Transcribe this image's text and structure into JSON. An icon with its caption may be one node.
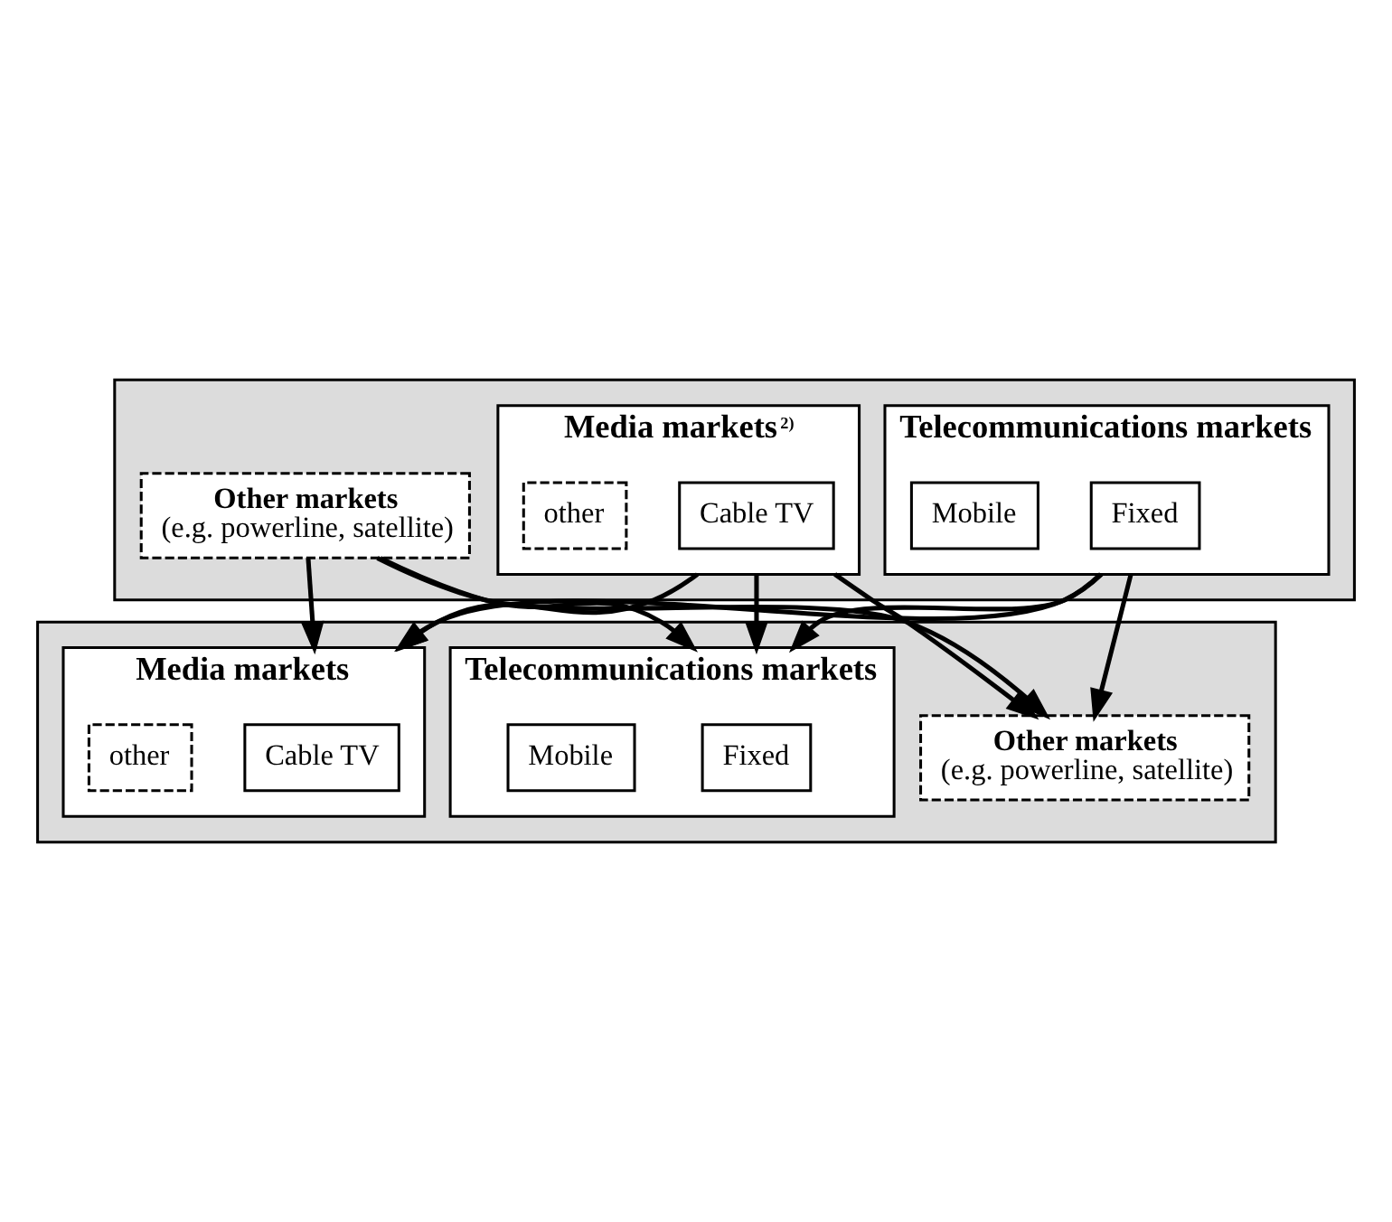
{
  "diagram": {
    "nodes": [
      {
        "text": [],
        "shape": "box"
      },
      {
        "text": [
          "Telecommunications markets"
        ],
        "in": 0
      },
      {
        "text": [
          "Fixed"
        ],
        "in": 1
      },
      {
        "text": [
          "Mobile"
        ],
        "in": 1
      },
      {
        "text": [
          "Media markets$^{2)}$"
        ],
        "in": 0
      },
      {
        "text": [
          "Cable TV"
        ],
        "in": 4
      },
      {
        "text": [
          "other"
        ],
        "in": 4
      },
      {
        "text": [
          "Other markets",
          "(e.g. powerline, satellite)"
        ],
        "in": 0
      },
      {
        "text": [],
        "shape": "box"
      },
      {
        "text": [
          "Telecommunications markets"
        ],
        "in": 8
      },
      {
        "text": [
          "Fixed"
        ],
        "in": 9
      },
      {
        "text": [
          "Mobile"
        ],
        "in": 9
      },
      {
        "text": [
          "Media markets"
        ],
        "in": 8
      },
      {
        "text": [
          "Cable TV"
        ],
        "in": 12
      },
      {
        "text": [
          "other"
        ],
        "in": 12
      },
      {
        "text": [
          "Other markets",
          "(e.g. powerline, satellite)"
        ],
        "in": 8
      }
    ],
    "edges": [
      {
        "from": 1,
        "to": 9,
        "arrow": "to"
      },
      {
        "from": 1,
        "to": 12,
        "arrow": "to"
      },
      {
        "from": 1,
        "to": 15,
        "arrow": "to"
      },
      {
        "from": 4,
        "to": 9,
        "arrow": "to"
      },
      {
        "from": 4,
        "to": 12,
        "arrow": "to"
      },
      {
        "from": 4,
        "to": 15,
        "arrow": "to"
      },
      {
        "from": 7,
        "to": 9,
        "arrow": "to"
      },
      {
        "from": 7,
        "to": 12,
        "arrow": "to"
      },
      {
        "from": 7,
        "to": 15,
        "arrow": "to"
      }
    ]
  }
}
